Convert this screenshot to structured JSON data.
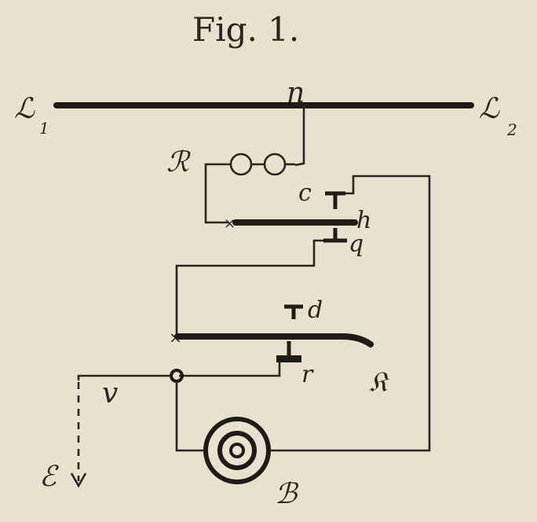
{
  "figure": {
    "title": "Fig. 1."
  },
  "labels": {
    "line_left": "ℒ",
    "line_left_sub": "1",
    "line_right": "ℒ",
    "line_right_sub": "2",
    "junction_n": "n",
    "resistor_R": "ℛ",
    "contact_c": "c",
    "contact_h": "h",
    "contact_q": "q",
    "contact_d": "d",
    "spring_K": "𝔎",
    "contact_r": "r",
    "node_v": "v",
    "earth_E": "ℰ",
    "bell_B": "ℬ"
  },
  "colors": {
    "ink": "#2a2520",
    "paper": "#e8e1cf"
  }
}
